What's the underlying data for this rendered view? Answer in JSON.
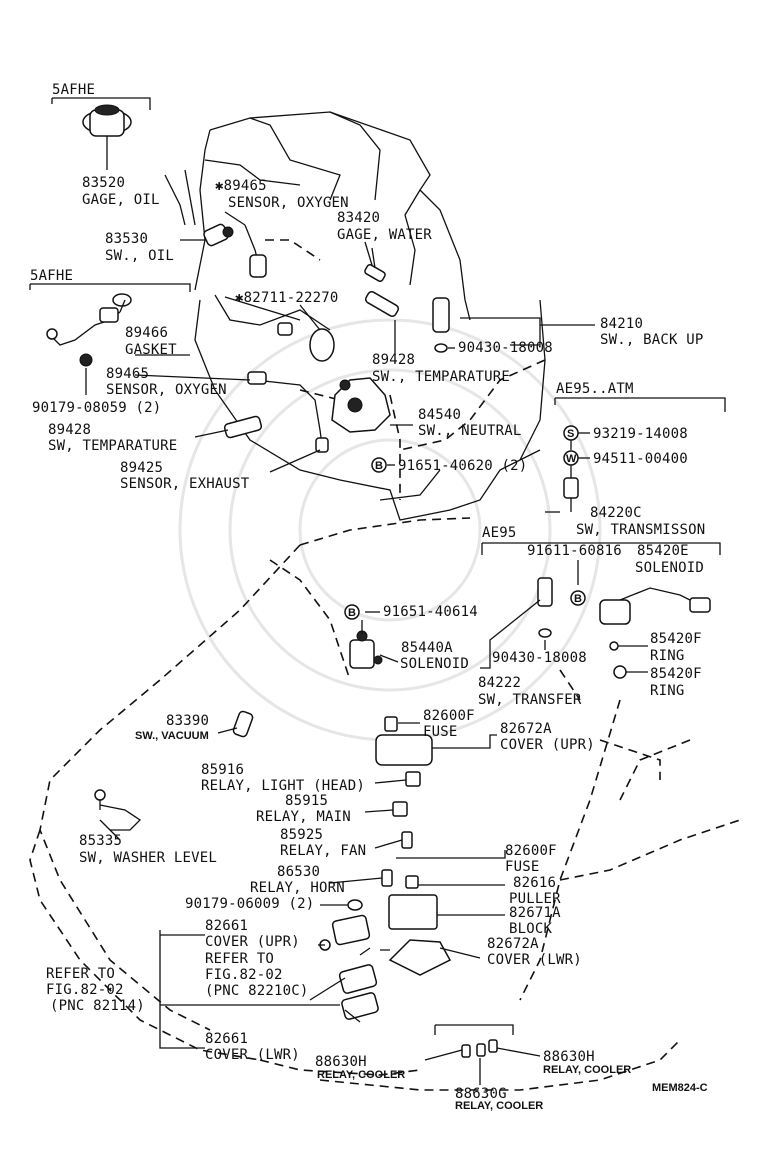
{
  "figure_code": "MEM824-C",
  "groups": {
    "g5afhe_1": "5AFHE",
    "g5afhe_2": "5AFHE",
    "ae95_atm": "AE95..ATM",
    "ae95": "AE95"
  },
  "parts": {
    "p83520": "83520",
    "p83520_d": "GAGE, OIL",
    "p89465a": "✱89465",
    "p89465a_d": "SENSOR, OXYGEN",
    "p83420": "83420",
    "p83420_d": "GAGE, WATER",
    "p83530": "83530",
    "p83530_d": "SW., OIL",
    "p82711": "✱82711-22270",
    "p89466": "89466",
    "p89466_d": "GASKET",
    "p89465b": "89465",
    "p89465b_d": "SENSOR, OXYGEN",
    "p90179_08059": "90179-08059 (2)",
    "p89428a": "89428",
    "p89428a_d": "SW, TEMPARATURE",
    "p89425": "89425",
    "p89425_d": "SENSOR, EXHAUST",
    "p84210": "84210",
    "p84210_d": "SW., BACK UP",
    "p90430a": "90430-18008",
    "p89428b": "89428",
    "p89428b_d": "SW., TEMPARATURE",
    "p84540": "84540",
    "p84540_d": "SW., NEUTRAL",
    "p91651_40620": "91651-40620 (2)",
    "p93219": "93219-14008",
    "p94511": "94511-00400",
    "p84220c": "84220C",
    "p84220c_d": "SW, TRANSMISSON",
    "p91611": "91611-60816",
    "p85420e": "85420E",
    "p85420e_d": "SOLENOID",
    "p91651_40614": "91651-40614",
    "p85440a": "85440A",
    "p85440a_d": "SOLENOID",
    "p90430b": "90430-18008",
    "p84222": "84222",
    "p84222_d": "SW, TRANSFER",
    "p85420f_a": "85420F",
    "p85420f_a_d": "RING",
    "p85420f_b": "85420F",
    "p85420f_b_d": "RING",
    "p83390": "83390",
    "p83390_d": "SW., VACUUM",
    "p82600f_a": "82600F",
    "p82600f_a_d": "FUSE",
    "p82672a_a": "82672A",
    "p82672a_a_d": "COVER (UPR)",
    "p85916": "85916",
    "p85916_d": "RELAY, LIGHT (HEAD)",
    "p85915": "85915",
    "p85915_d": "RELAY, MAIN",
    "p85925": "85925",
    "p85925_d": "RELAY, FAN",
    "p85335": "85335",
    "p85335_d": "SW, WASHER LEVEL",
    "p82600f_b": "82600F",
    "p82600f_b_d": "FUSE",
    "p86530": "86530",
    "p86530_d": "RELAY, HORN",
    "p82616": "82616",
    "p82616_d": "PULLER",
    "p90179_06009": "90179-06009 (2)",
    "p82671a": "82671A",
    "p82671a_d": "BLOCK",
    "p82661a": "82661",
    "p82661a_d": "COVER (UPR)",
    "p82672a_b": "82672A",
    "p82672a_b_d": "COVER (LWR)",
    "ref_a1": "REFER TO",
    "ref_a2": "FIG.82-02",
    "ref_a3": "(PNC 82210C)",
    "ref_b1": "REFER TO",
    "ref_b2": "FIG.82-02",
    "ref_b3": "(PNC 82114)",
    "p82661b": "82661",
    "p82661b_d": "COVER (LWR)",
    "p88630h_a": "88630H",
    "p88630h_a_d": "RELAY, COOLER",
    "p88630h_b": "88630H",
    "p88630h_b_d": "RELAY, COOLER",
    "p88630g": "88630G",
    "p88630g_d": "RELAY, COOLER"
  },
  "callouts": {
    "b": "B",
    "s": "S",
    "w": "W"
  }
}
